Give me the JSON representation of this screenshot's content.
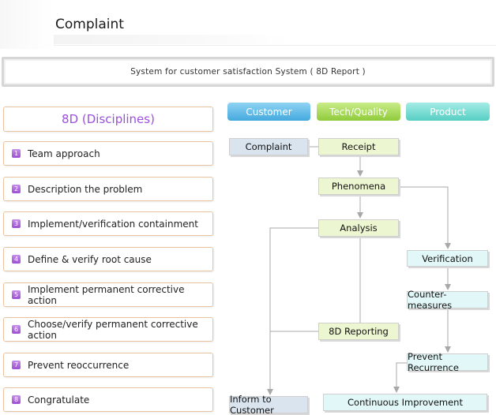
{
  "page": {
    "title": "Complaint",
    "banner": "System for customer satisfaction System ( 8D Report )"
  },
  "disciplines": {
    "header": "8D (Disciplines)",
    "items": [
      {
        "num": "1",
        "label": "Team approach"
      },
      {
        "num": "2",
        "label": "Description the problem"
      },
      {
        "num": "3",
        "label": "Implement/verification containment"
      },
      {
        "num": "4",
        "label": "Define & verify root cause"
      },
      {
        "num": "5",
        "label": "Implement permanent corrective action"
      },
      {
        "num": "6",
        "label": "Choose/verify permanent corrective action"
      },
      {
        "num": "7",
        "label": "Prevent reoccurrence"
      },
      {
        "num": "8",
        "label": "Congratulate"
      }
    ]
  },
  "flow": {
    "columns": {
      "customer": "Customer",
      "tech": "Tech/Quality",
      "product": "Product"
    },
    "nodes": {
      "complaint": "Complaint",
      "receipt": "Receipt",
      "phenomena": "Phenomena",
      "analysis": "Analysis",
      "verification": "Verification",
      "counter_measures": "Counter-measures",
      "reporting": "8D Reporting",
      "prevent_recurrence": "Prevent Recurrence",
      "inform_customer": "Inform to Customer",
      "continuous_improvement": "Continuous Improvement"
    }
  },
  "colors": {
    "accent_purple": "#9b4fe0",
    "customer": "#44a9de",
    "tech_quality": "#8fcb3a",
    "product": "#56cec3",
    "connector": "#a8a8a8"
  }
}
